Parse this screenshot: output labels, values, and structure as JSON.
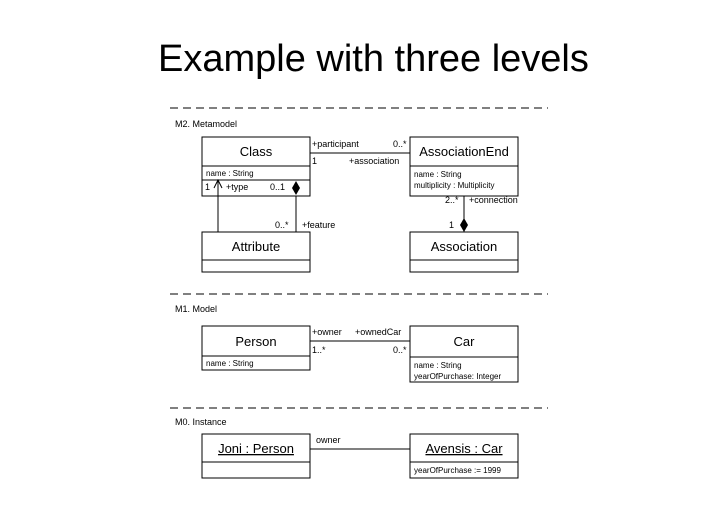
{
  "slide": {
    "title": "Example with three levels"
  },
  "levels": {
    "m2": {
      "label": "M2. Metamodel",
      "class": {
        "name": "Class",
        "attr": "name : String"
      },
      "association_end": {
        "name": "AssociationEnd",
        "attr1": "name : String",
        "attr2": "multiplicity : Multiplicity"
      },
      "attribute": {
        "name": "Attribute"
      },
      "association": {
        "name": "Association"
      },
      "roles": {
        "participant": "+participant",
        "participant_mult": "0..*",
        "association_mult": "1",
        "association": "+association",
        "type_mult": "1",
        "type": "+type",
        "owner_mult": "0..1",
        "feature_mult": "0..*",
        "feature": "+feature",
        "connection_mult": "2..*",
        "connection": "+connection",
        "association_side_mult": "1"
      }
    },
    "m1": {
      "label": "M1. Model",
      "person": {
        "name": "Person",
        "attr": "name : String"
      },
      "car": {
        "name": "Car",
        "attr1": "name : String",
        "attr2": "yearOfPurchase: Integer"
      },
      "roles": {
        "owner": "+owner",
        "owned_car": "+ownedCar",
        "owner_mult": "1..*",
        "owned_car_mult": "0..*"
      }
    },
    "m0": {
      "label": "M0. Instance",
      "joni": {
        "name": "Joni : Person"
      },
      "avensis": {
        "name": "Avensis : Car",
        "attr": "yearOfPurchase := 1999"
      },
      "link": {
        "label": "owner"
      }
    }
  }
}
